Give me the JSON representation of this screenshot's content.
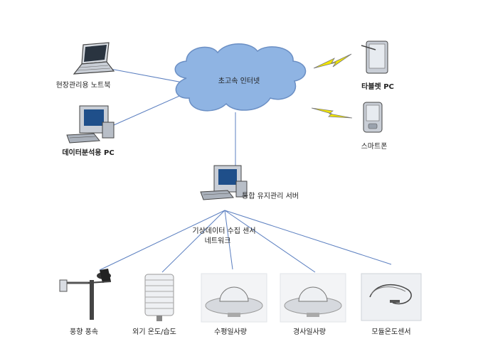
{
  "network": {
    "cloud_label": "초고속 인터넷",
    "server_label": "통합 유지관리 서버",
    "sensor_network_line1": "기상데이터 수집 센서",
    "sensor_network_line2": "네트워크"
  },
  "clients": {
    "notebook": "현장관리용 노트북",
    "analysis_pc": "데이터분석용 PC",
    "tablet": "타블렛 PC",
    "smartphone": "스마트폰"
  },
  "sensors": {
    "wind": "풍향 풍속",
    "temp_humidity": "외기 온도/습도",
    "horizontal_solar": "수평일사량",
    "inclined_solar": "경사일사량",
    "module_temp": "모듈온도센서"
  },
  "colors": {
    "cloud_fill": "#8fb4e3",
    "cloud_stroke": "#6b8fc4",
    "link_line": "#5b7fc0",
    "lightning": "#f2e600",
    "lightning_stroke": "#777777"
  }
}
